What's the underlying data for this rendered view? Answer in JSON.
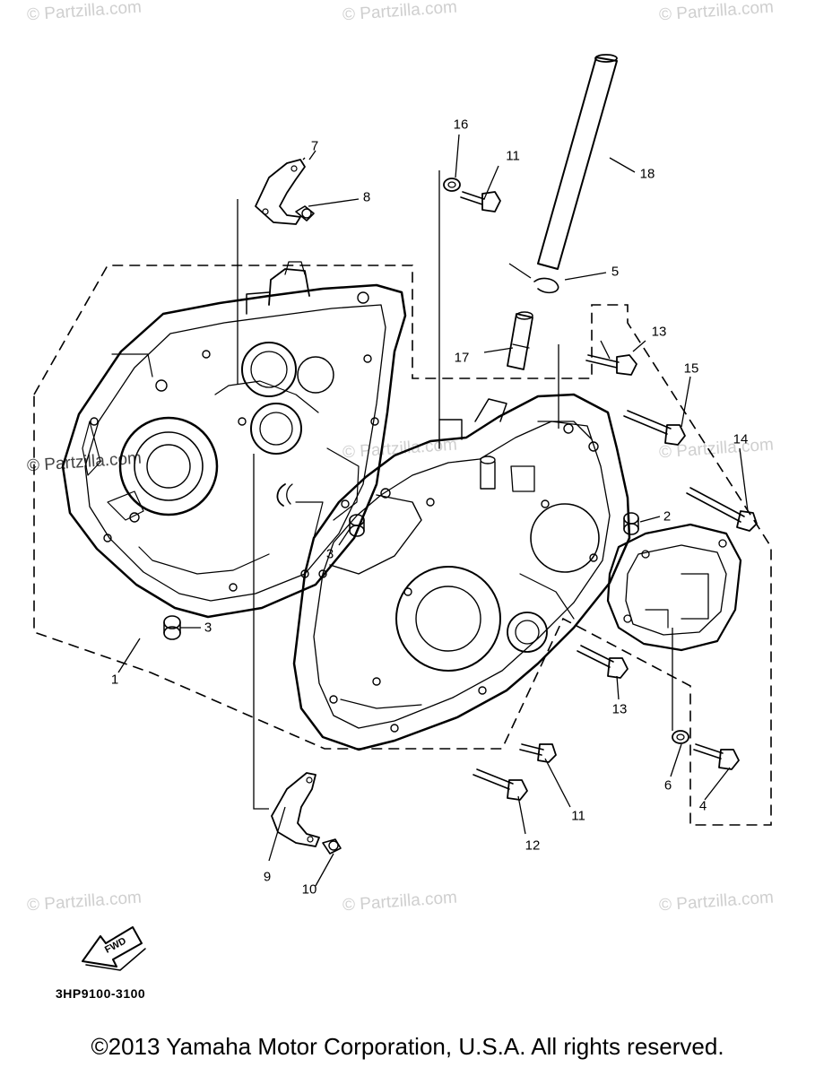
{
  "watermark": "© Partzilla.com",
  "callouts": {
    "c1": "1",
    "c2": "2",
    "c3a": "3",
    "c3b": "3",
    "c4": "4",
    "c5": "5",
    "c6": "6",
    "c7": "7",
    "c8": "8",
    "c9": "9",
    "c10": "10",
    "c11a": "11",
    "c11b": "11",
    "c12": "12",
    "c13a": "13",
    "c13b": "13",
    "c14": "14",
    "c15": "15",
    "c16": "16",
    "c17": "17",
    "c18": "18"
  },
  "fwd_label": "FWD",
  "diagram_code": "3HP9100-3100",
  "copyright": "©2013 Yamaha Motor Corporation, U.S.A. All rights reserved."
}
